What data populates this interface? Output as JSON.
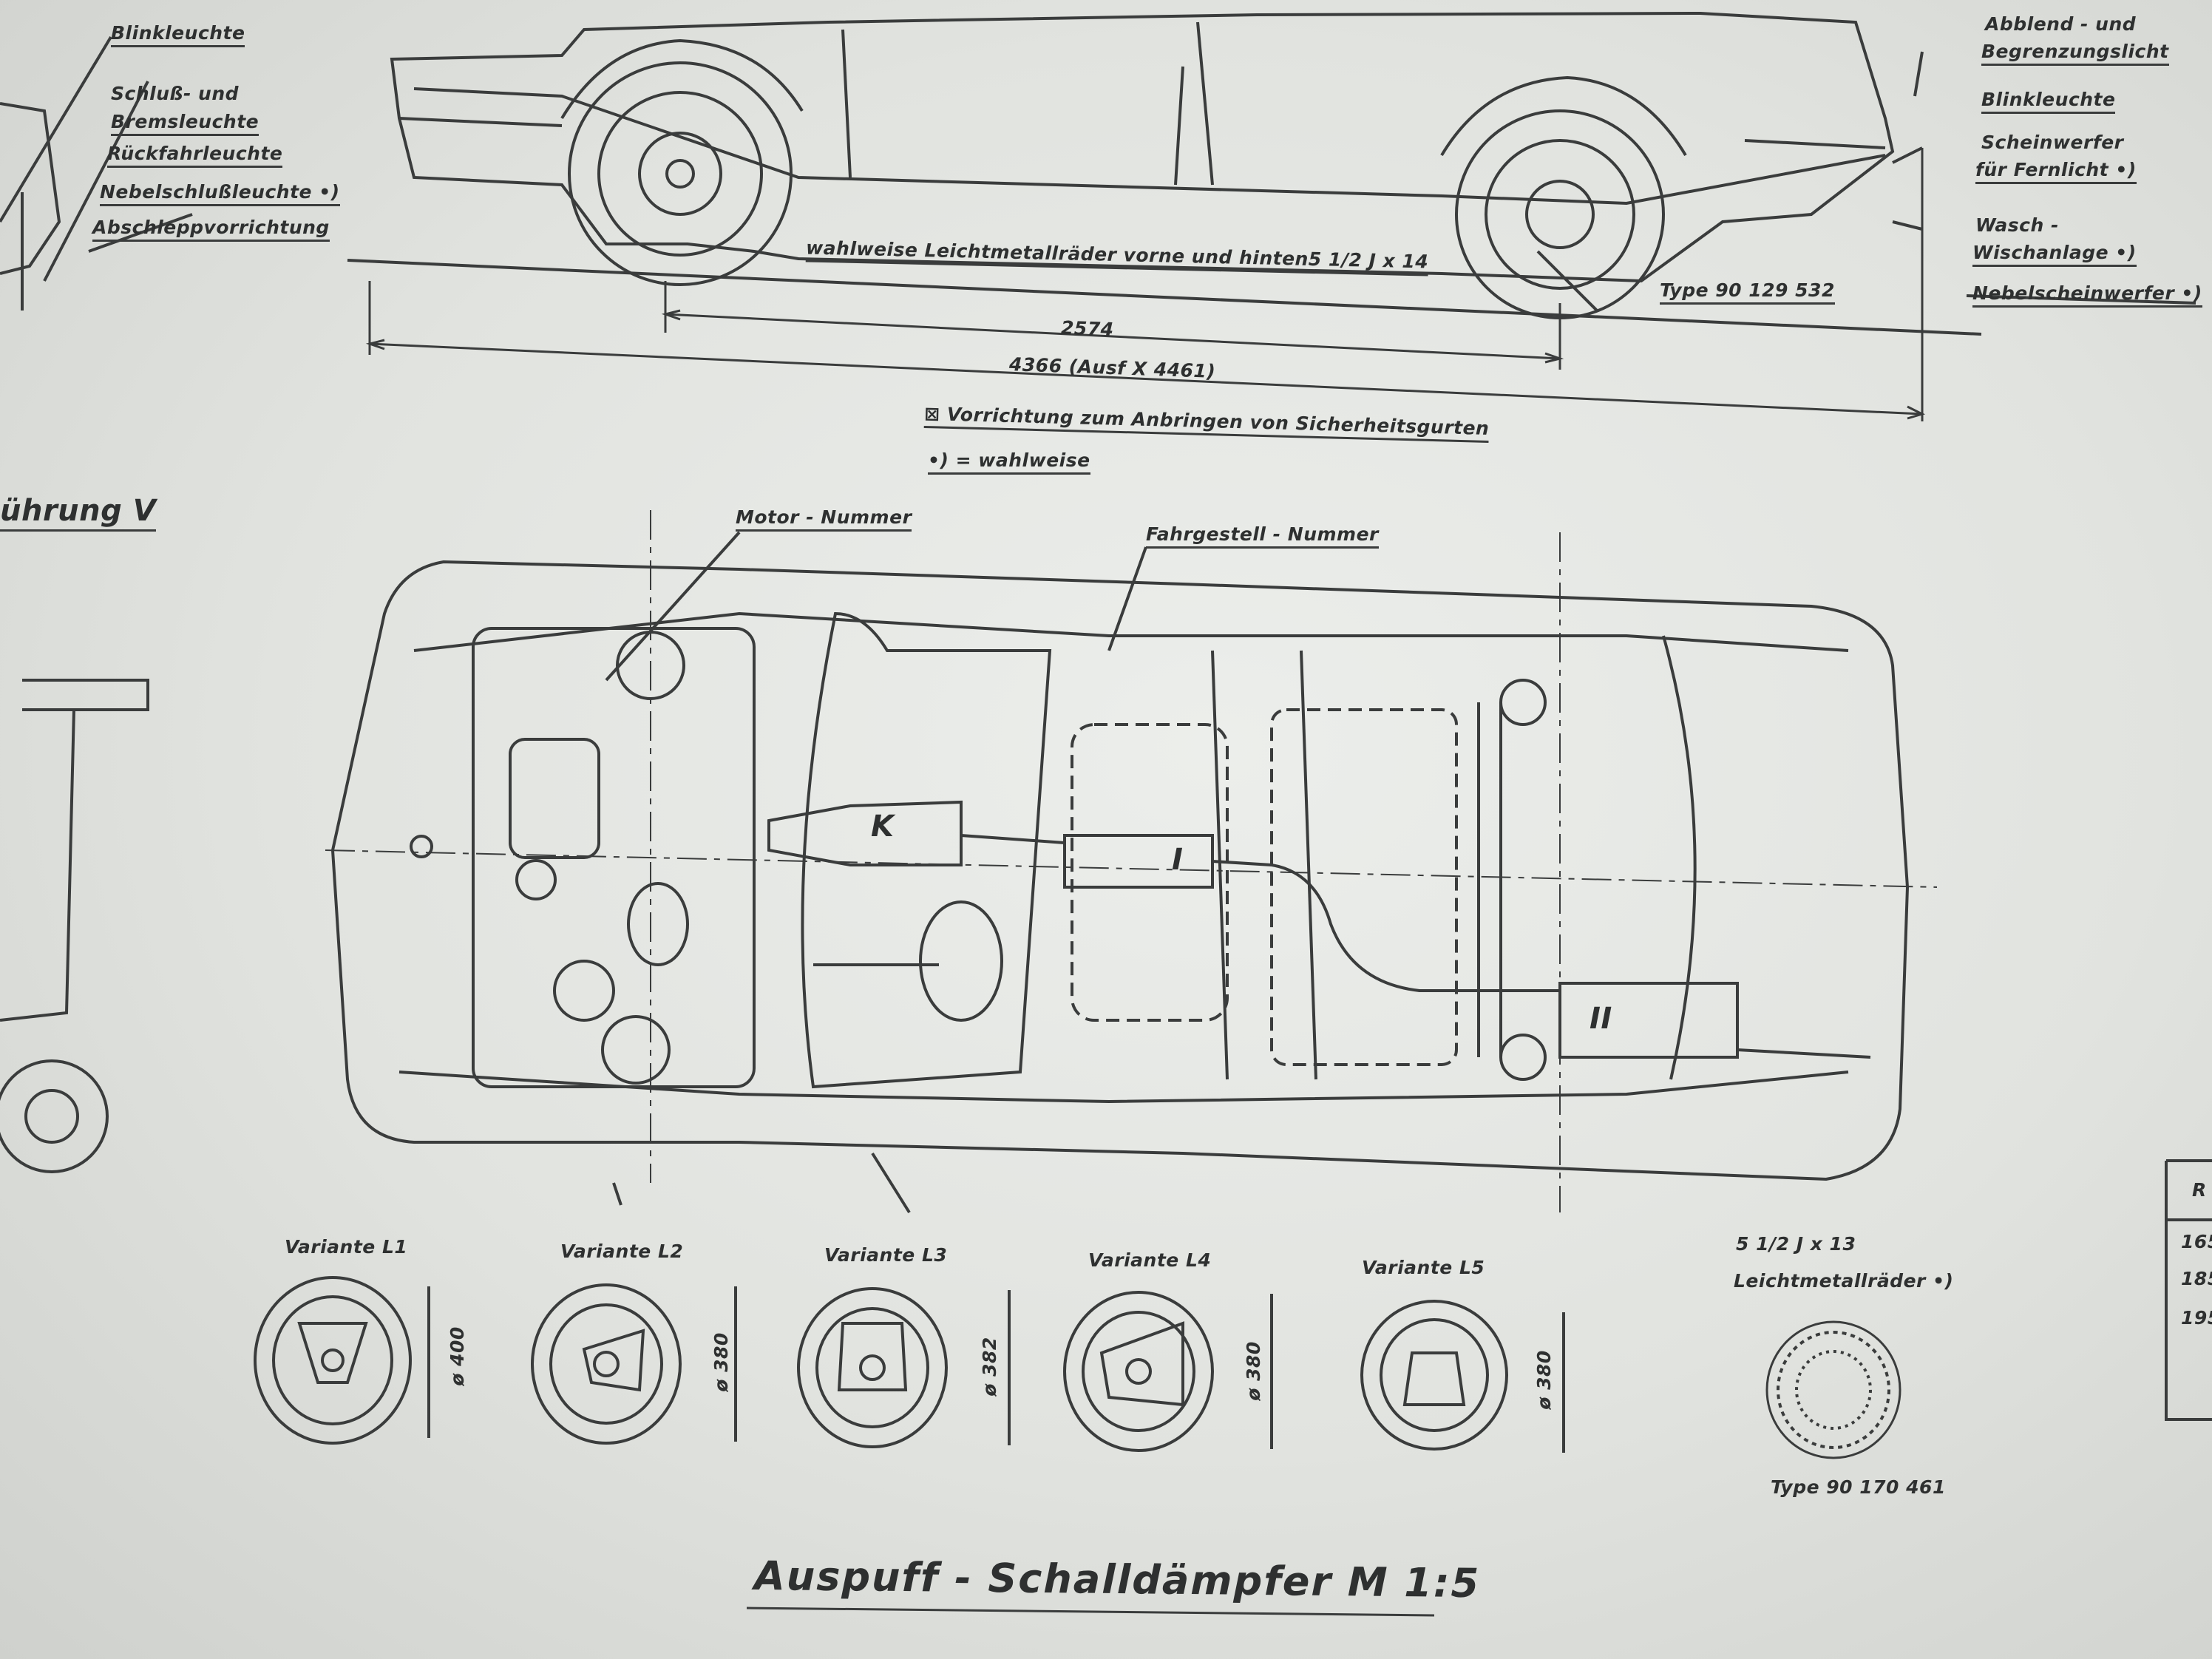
{
  "labels_left": {
    "blinkleuchte": "Blinkleuchte",
    "schluss_und": "Schluß- und",
    "bremsleuchte": "Bremsleuchte",
    "rueckfahrleuchte": "Rückfahrleuchte",
    "nebelschluss": "Nebelschlußleuchte •)",
    "abschlepp": "Abschleppvorrichtung"
  },
  "labels_right": {
    "abblend_und": "Abblend - und",
    "begrenzung": "Begrenzungslicht",
    "blinkleuchte": "Blinkleuchte",
    "scheinwerfer": "Scheinwerfer",
    "fernlicht": "für Fernlicht •)",
    "wasch": "Wasch -",
    "wischanlage": "Wischanlage •)",
    "nebelscheinwerfer": "Nebelscheinwerfer •)"
  },
  "side_view": {
    "wheels_note": "wahlweise Leichtmetallräder vorne und hinten5 1/2 J x 14",
    "type": "Type 90 129 532",
    "wheelbase": "2574",
    "length": "4366 (Ausf X 4461)",
    "seatbelt_note": "⊠ Vorrichtung zum Anbringen von Sicherheitsgurten",
    "optional_note": "•) = wahlweise"
  },
  "section_title": "ührung V",
  "top_view": {
    "motor_number": "Motor - Nummer",
    "chassis_number": "Fahrgestell - Nummer",
    "cat_label": "K",
    "muffler_1": "I",
    "muffler_2": "II"
  },
  "steering_wheels": [
    {
      "name": "Variante L1",
      "diameter": "ø 400"
    },
    {
      "name": "Variante L2",
      "diameter": "ø 380"
    },
    {
      "name": "Variante L3",
      "diameter": "ø 382"
    },
    {
      "name": "Variante L4",
      "diameter": "ø 380"
    },
    {
      "name": "Variante L5",
      "diameter": "ø 380"
    }
  ],
  "alloy_wheel": {
    "size": "5 1/2 J x 13",
    "label": "Leichtmetallräder •)",
    "type": "Type 90 170 461"
  },
  "footer_title": "Auspuff - Schalldämpfer M 1:5",
  "table_fragment": [
    "R",
    "165",
    "185",
    "195"
  ]
}
